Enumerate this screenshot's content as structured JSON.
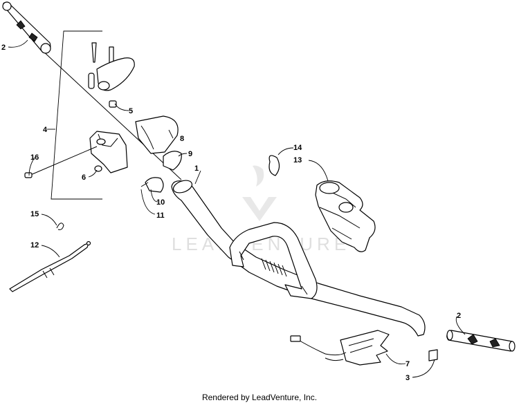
{
  "diagram": {
    "callouts": [
      "1",
      "2",
      "2",
      "3",
      "4",
      "5",
      "6",
      "7",
      "8",
      "9",
      "10",
      "11",
      "12",
      "13",
      "14",
      "15",
      "16"
    ],
    "watermark": "LEADVENTURE"
  },
  "footer": {
    "text": "Rendered by LeadVenture, Inc."
  }
}
